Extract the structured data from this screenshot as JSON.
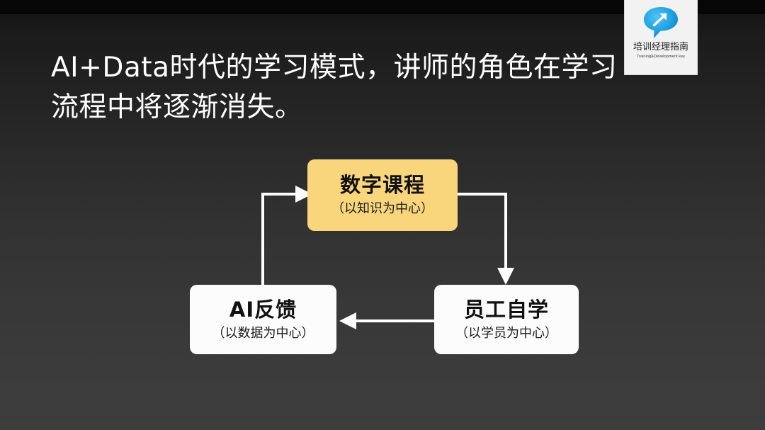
{
  "slide": {
    "title": "AI+Data时代的学习模式，讲师的角色在学习流程中将逐渐消失。",
    "background_top_color": "#111111",
    "background_bottom_color": "#3d3d3d"
  },
  "logo": {
    "icon": "speech-bubble-arrow-icon",
    "name_cn": "培训经理指南",
    "name_en": "Training&Development key",
    "bubble_color": "#1b9fe0",
    "card_color": "#f2f2f2"
  },
  "diagram": {
    "type": "cycle-flow",
    "nodes": [
      {
        "id": "digital-course",
        "title": "数字课程",
        "subtitle": "（以知识为中心）",
        "fill": "#f9d57c",
        "text_color": "#111111"
      },
      {
        "id": "self-study",
        "title": "员工自学",
        "subtitle": "（以学员为中心）",
        "fill": "#fcfcfc",
        "text_color": "#111111"
      },
      {
        "id": "ai-feedback",
        "title": "AI反馈",
        "subtitle": "（以数据为中心）",
        "fill": "#fcfcfc",
        "text_color": "#111111"
      }
    ],
    "edges": [
      {
        "id": "edge-course-to-study",
        "from": "digital-course",
        "to": "self-study",
        "direction": "down"
      },
      {
        "id": "edge-study-to-feedback",
        "from": "self-study",
        "to": "ai-feedback",
        "direction": "left"
      },
      {
        "id": "edge-feedback-to-course",
        "from": "ai-feedback",
        "to": "digital-course",
        "direction": "right"
      }
    ],
    "edge_color": "#ffffff"
  }
}
